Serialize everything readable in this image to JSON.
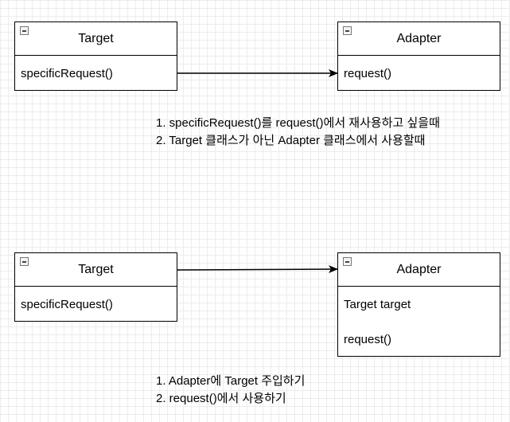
{
  "top": {
    "target": {
      "name": "Target",
      "method": "specificRequest()"
    },
    "adapter": {
      "name": "Adapter",
      "method": "request()"
    },
    "notes": [
      "1. specificRequest()를 request()에서 재사용하고 싶을때",
      "2. Target 클래스가 아닌 Adapter 클래스에서 사용할때"
    ]
  },
  "bottom": {
    "target": {
      "name": "Target",
      "method": "specificRequest()"
    },
    "adapter": {
      "name": "Adapter",
      "field": "Target target",
      "method": "request()"
    },
    "notes": [
      "1. Adapter에 Target 주입하기",
      "2. request()에서 사용하기"
    ]
  }
}
